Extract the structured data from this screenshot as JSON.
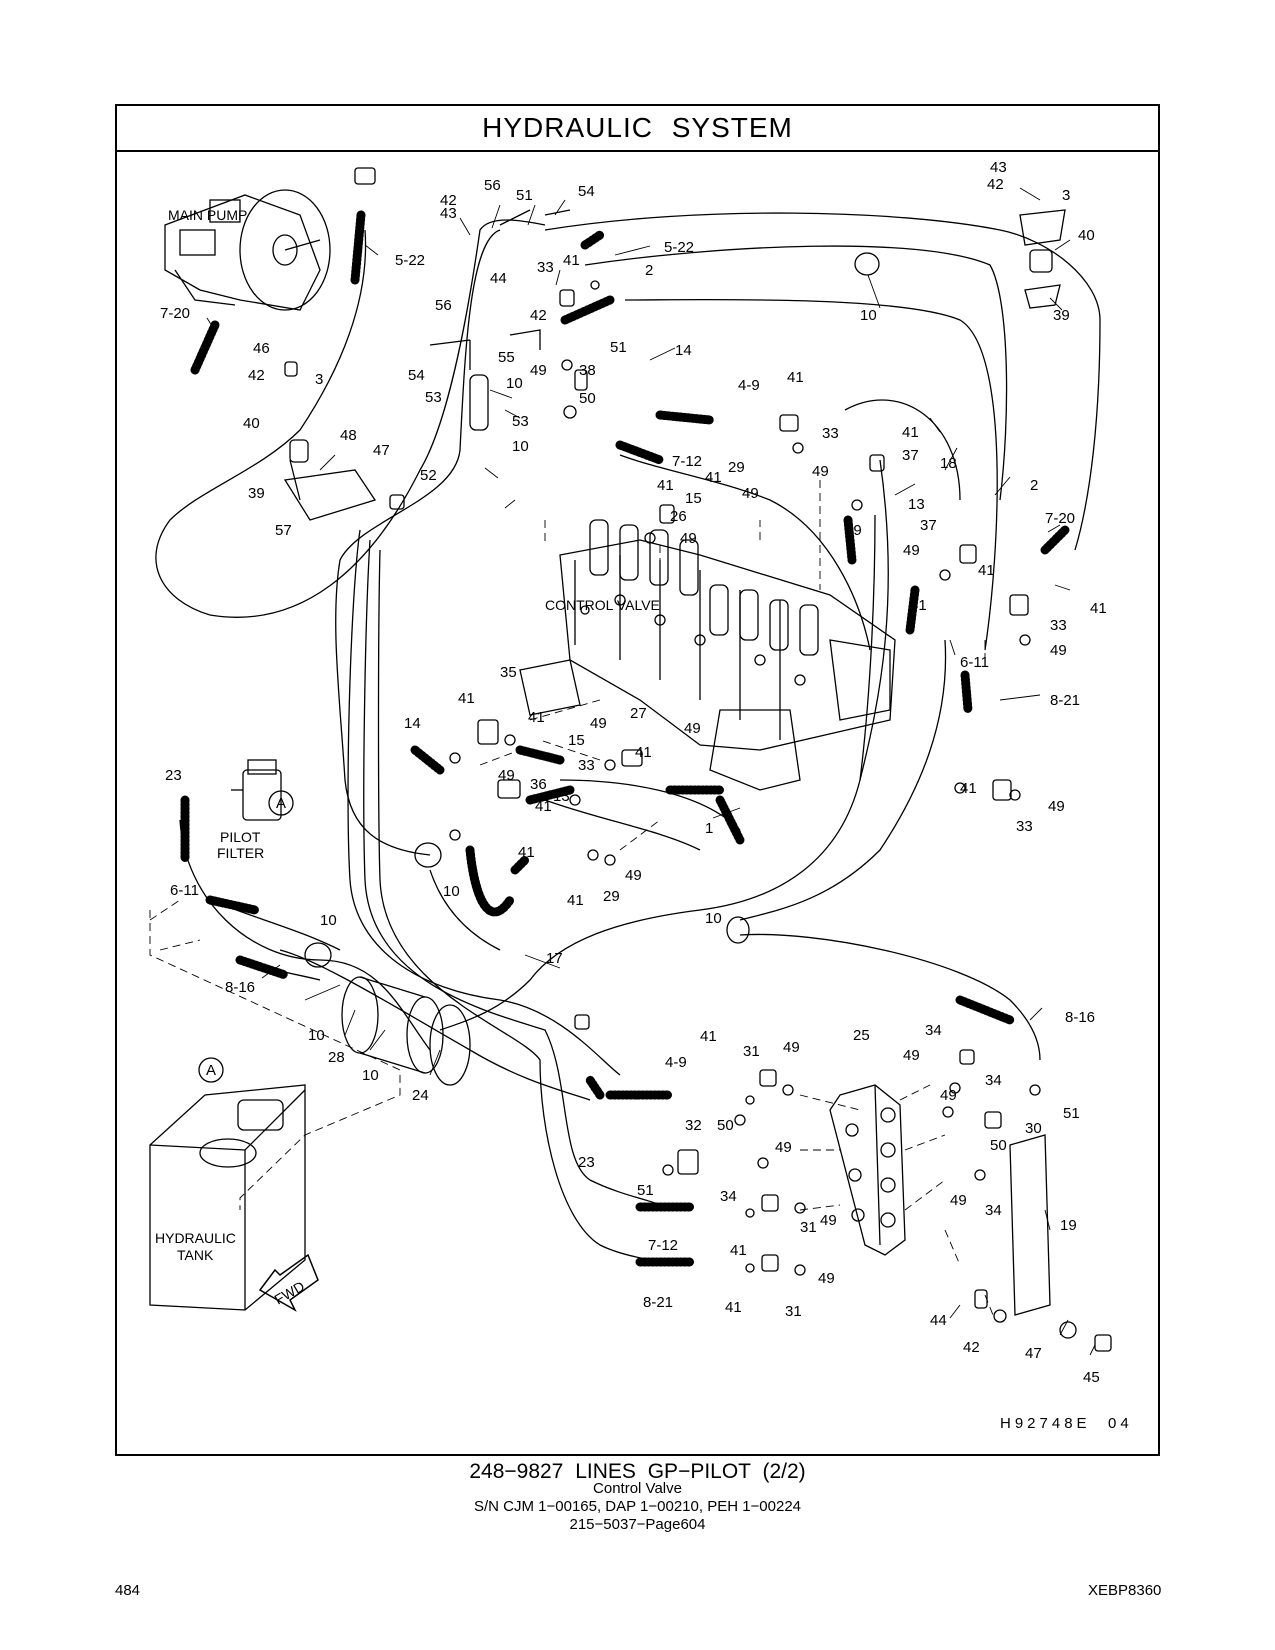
{
  "title": "HYDRAULIC   SYSTEM",
  "drawing_number": "H92748E",
  "drawing_rev": "04",
  "component_labels": {
    "main_pump": "MAIN  PUMP",
    "control_valve": "CONTROL  VALVE",
    "pilot_filter_1": "PILOT",
    "pilot_filter_2": "FILTER",
    "hydraulic_tank_1": "HYDRAULIC",
    "hydraulic_tank_2": "TANK",
    "fwd": "FWD",
    "view_a": "A"
  },
  "callouts": [
    "43",
    "42",
    "3",
    "40",
    "39",
    "56",
    "51",
    "54",
    "42",
    "43",
    "5-22",
    "41",
    "33",
    "44",
    "42",
    "2",
    "10",
    "5-22",
    "7-20",
    "56",
    "55",
    "51",
    "14",
    "49",
    "54",
    "46",
    "42",
    "3",
    "53",
    "10",
    "38",
    "53",
    "50",
    "10",
    "4-9",
    "41",
    "33",
    "40",
    "48",
    "47",
    "52",
    "39",
    "57",
    "7-12",
    "41",
    "29",
    "49",
    "41",
    "37",
    "18",
    "15",
    "41",
    "49",
    "26",
    "49",
    "49",
    "13",
    "37",
    "2",
    "7-20",
    "41",
    "49",
    "41",
    "41",
    "33",
    "49",
    "6-11",
    "8-21",
    "35",
    "41",
    "41",
    "14",
    "49",
    "27",
    "49",
    "15",
    "41",
    "33",
    "23",
    "49",
    "36",
    "41",
    "13",
    "41",
    "33",
    "49",
    "10",
    "41",
    "41",
    "29",
    "49",
    "1",
    "17",
    "6-11",
    "10",
    "10",
    "8-16",
    "10",
    "28",
    "10",
    "24",
    "8-16",
    "41",
    "4-9",
    "31",
    "49",
    "25",
    "34",
    "49",
    "34",
    "49",
    "30",
    "51",
    "32",
    "50",
    "50",
    "23",
    "51",
    "34",
    "49",
    "49",
    "34",
    "31",
    "41",
    "49",
    "7-12",
    "41",
    "31",
    "49",
    "8-21",
    "19",
    "44",
    "42",
    "47",
    "45"
  ],
  "caption": {
    "line1": "248−9827  LINES  GP−PILOT (2/2)",
    "line2": "Control  Valve",
    "line3": "S/N CJM 1−00165, DAP 1−00210, PEH 1−00224",
    "line4": "215−5037−Page604"
  },
  "footer": {
    "page_number": "484",
    "doc_id": "XEBP8360"
  }
}
